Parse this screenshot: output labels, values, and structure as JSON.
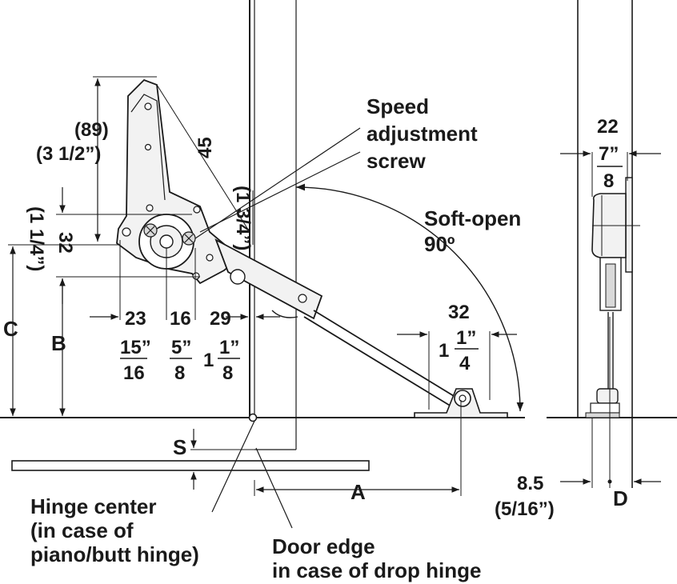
{
  "labels": {
    "speed": [
      "Speed",
      "adjustment",
      "screw"
    ],
    "soft_open": [
      "Soft-open",
      "90º"
    ],
    "hinge_center": [
      "Hinge center",
      "(in case of",
      "piano/butt hinge)"
    ],
    "door_edge": [
      "Door edge",
      "in case of drop hinge"
    ],
    "dim_89": "(89)",
    "dim_3_1_2": "(3 1/2”)",
    "dim_45": "45",
    "dim_1_3_4": "(1 3/4”)",
    "dim_32_left": "32",
    "dim_1_1_4_left": "(1 1/4”)",
    "dim_23": "23",
    "dim_16": "16",
    "dim_29": "29",
    "frac_15_16": [
      "15”",
      "16"
    ],
    "frac_5_8": [
      "5”",
      "8"
    ],
    "frac_1_1_8": [
      "1",
      "1”",
      "8"
    ],
    "dim_32_right": "32",
    "frac_1_1_4": [
      "1",
      "1”",
      "4"
    ],
    "dim_22": "22",
    "frac_7_8": [
      "7”",
      "8"
    ],
    "C": "C",
    "B": "B",
    "S": "S",
    "A": "A",
    "D": "D",
    "dim_8_5": "8.5",
    "dim_5_16": "(5/16”)"
  },
  "colors": {
    "ink": "#1a1a1a",
    "fill_light": "#f2f2f2",
    "fill_mid": "#d9d9d9"
  }
}
